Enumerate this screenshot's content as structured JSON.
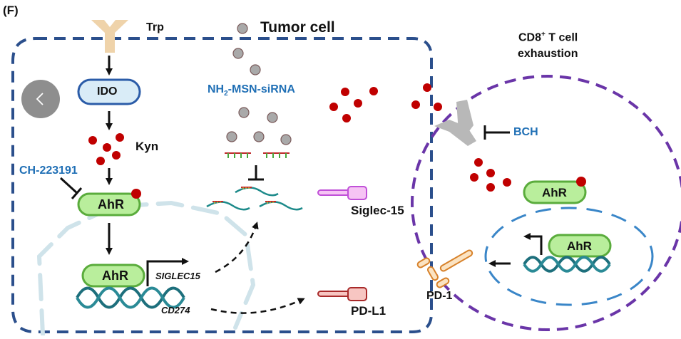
{
  "panel_label": "(F)",
  "colors": {
    "tumor_membrane": "#2b4f8c",
    "tcell_membrane": "#6a35a8",
    "nucleus_tumor": "#cfe3ea",
    "nucleus_tcell": "#3a86c8",
    "ahr_fill": "#b9ee9c",
    "ahr_stroke": "#5aac3c",
    "ido_fill": "#d9ecf7",
    "ido_stroke": "#2b5ca8",
    "kyn_dot": "#c00000",
    "label_blue": "#1f6fb5",
    "dna": "#1d6f7c",
    "siglec_fill": "#f6c4f4",
    "siglec_stroke": "#c050d8",
    "pdl1_fill": "#f7c6c2",
    "pdl1_stroke": "#a82a2a",
    "pd1_fill": "#fbe3c2",
    "pd1_stroke": "#d7812a",
    "receptor_tan": "#efd3aa",
    "receptor_gray": "#b8b8b8",
    "nanoparticle": "#a9a9a9"
  },
  "tumor_cell": {
    "title": "Tumor cell",
    "trp_label": "Trp",
    "ido_label": "IDO",
    "kyn_label": "Kyn",
    "inhibitor_label": "CH-223191",
    "ahr_cytoplasm_label": "AhR",
    "ahr_nucleus_label": "AhR",
    "gene_siglec": "SIGLEC15",
    "gene_cd274": "CD274",
    "nanoparticle_label_main": "NH",
    "nanoparticle_label_sub": "2",
    "nanoparticle_label_rest": "-MSN-siRNA",
    "surface_siglec": "Siglec-15",
    "surface_pdl1": "PD-L1"
  },
  "t_cell": {
    "title_line1_main": "CD8",
    "title_line1_sup": "+",
    "title_line1_rest": " T cell",
    "title_line2": "exhaustion",
    "inhibitor_label": "BCH",
    "ahr_cytoplasm_label": "AhR",
    "ahr_nucleus_label": "AhR",
    "surface_pd1": "PD-1"
  },
  "nav": {
    "back_icon": "chevron-left-icon"
  }
}
